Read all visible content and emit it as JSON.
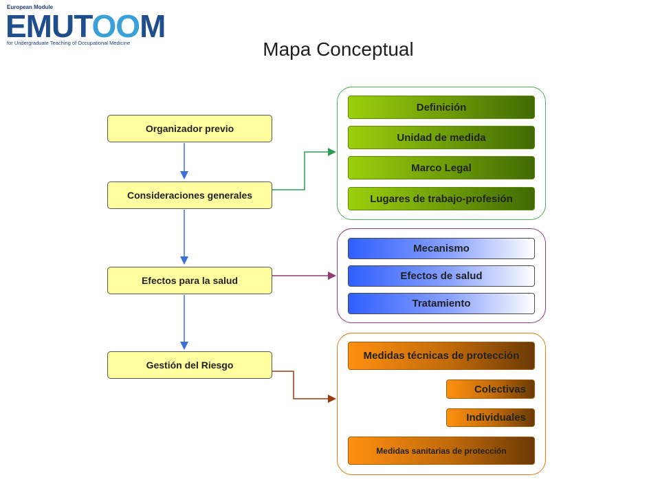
{
  "logo": {
    "top_text": "European Module",
    "name_part1": "EMUT",
    "name_ring": "OO",
    "name_part2": "M",
    "subtitle": "for Undergraduate Teaching of Occupational Medicine"
  },
  "title": "Mapa Conceptual",
  "left_nodes": [
    "Organizador previo",
    "Consideraciones generales",
    "Efectos para la salud",
    "Gestión del Riesgo"
  ],
  "group_general": [
    "Definición",
    "Unidad de medida",
    "Marco Legal",
    "Lugares de trabajo-profesión"
  ],
  "group_health": [
    "Mecanismo",
    "Efectos de salud",
    "Tratamiento"
  ],
  "group_risk": {
    "technical": "Medidas técnicas de protección",
    "collective": "Colectivas",
    "individual": "Individuales",
    "sanitary": "Medidas sanitarias de protección"
  },
  "colors": {
    "vertical_arrow": "#3a6fd8",
    "arrow_general": "#2e9a52",
    "arrow_health": "#8e3a73",
    "arrow_risk": "#9a3a10"
  }
}
